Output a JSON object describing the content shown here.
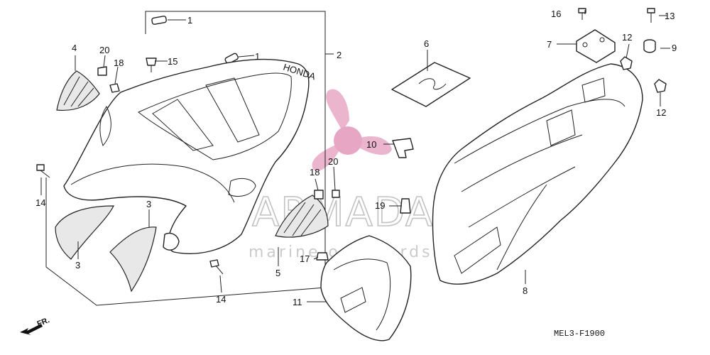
{
  "diagram": {
    "code": "MEL3-F1900",
    "front_marker": "FR.",
    "watermark": {
      "name": "ARMADA",
      "tagline": "marine outboards"
    },
    "callouts": [
      {
        "id": "c1a",
        "num": "1"
      },
      {
        "id": "c1b",
        "num": "1"
      },
      {
        "id": "c2",
        "num": "2"
      },
      {
        "id": "c3a",
        "num": "3"
      },
      {
        "id": "c3b",
        "num": "3"
      },
      {
        "id": "c4",
        "num": "4"
      },
      {
        "id": "c5",
        "num": "5"
      },
      {
        "id": "c6",
        "num": "6"
      },
      {
        "id": "c7",
        "num": "7"
      },
      {
        "id": "c8",
        "num": "8"
      },
      {
        "id": "c9",
        "num": "9"
      },
      {
        "id": "c10",
        "num": "10"
      },
      {
        "id": "c11",
        "num": "11"
      },
      {
        "id": "c12a",
        "num": "12"
      },
      {
        "id": "c12b",
        "num": "12"
      },
      {
        "id": "c13",
        "num": "13"
      },
      {
        "id": "c14a",
        "num": "14"
      },
      {
        "id": "c14b",
        "num": "14"
      },
      {
        "id": "c15",
        "num": "15"
      },
      {
        "id": "c16",
        "num": "16"
      },
      {
        "id": "c17",
        "num": "17"
      },
      {
        "id": "c18a",
        "num": "18"
      },
      {
        "id": "c18b",
        "num": "18"
      },
      {
        "id": "c19",
        "num": "19"
      },
      {
        "id": "c20a",
        "num": "20"
      },
      {
        "id": "c20b",
        "num": "20"
      }
    ]
  }
}
